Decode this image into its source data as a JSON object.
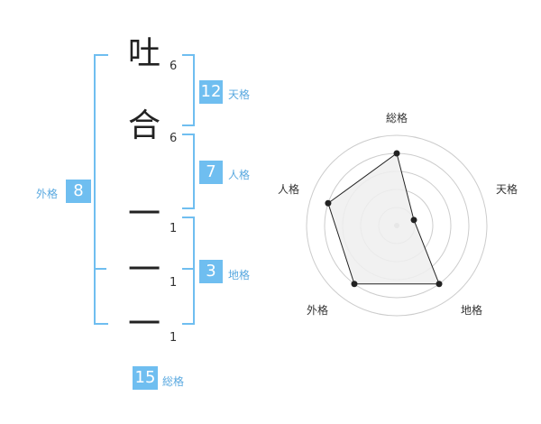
{
  "name": {
    "characters": [
      {
        "char": "吐",
        "strokes": "6"
      },
      {
        "char": "合",
        "strokes": "6"
      },
      {
        "char": "一",
        "strokes": "1"
      },
      {
        "char": "一",
        "strokes": "1"
      },
      {
        "char": "一",
        "strokes": "1"
      }
    ]
  },
  "kakusu": {
    "tenkaku": {
      "value": "12",
      "label": "天格"
    },
    "jinkaku": {
      "value": "7",
      "label": "人格"
    },
    "chikaku": {
      "value": "3",
      "label": "地格"
    },
    "gaikaku": {
      "value": "8",
      "label": "外格"
    },
    "soukaku": {
      "value": "15",
      "label": "総格"
    }
  },
  "radar": {
    "axes": [
      "総格",
      "天格",
      "地格",
      "外格",
      "人格"
    ],
    "values": [
      4,
      1,
      4,
      4,
      4
    ],
    "max": 5,
    "colors": {
      "fill": "#eeeeee",
      "line": "#222222",
      "grid": "#cccccc"
    }
  },
  "colors": {
    "accent": "#6fbef0"
  }
}
